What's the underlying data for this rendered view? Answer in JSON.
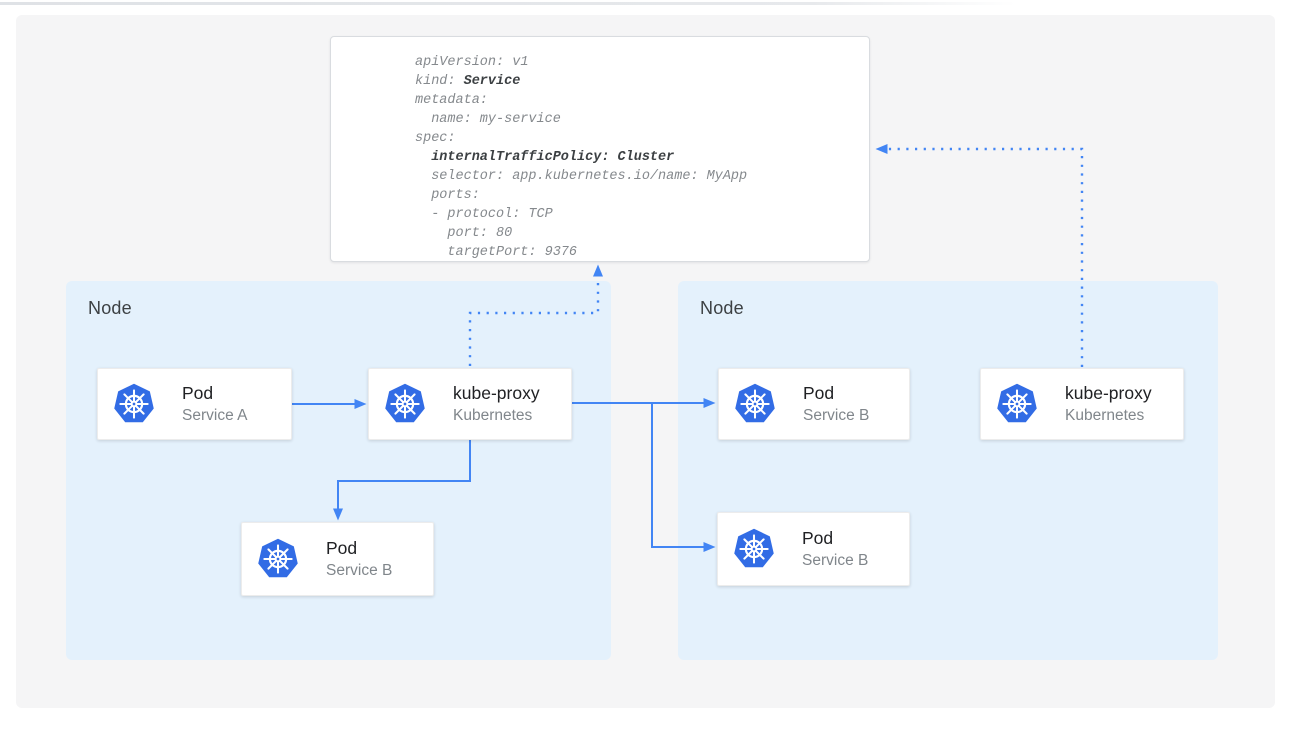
{
  "yaml_card": {
    "lines": [
      {
        "indent": 0,
        "parts": [
          {
            "text": "apiVersion: v1",
            "bold": false
          }
        ]
      },
      {
        "indent": 0,
        "parts": [
          {
            "text": "kind: ",
            "bold": false
          },
          {
            "text": "Service",
            "bold": true
          }
        ]
      },
      {
        "indent": 0,
        "parts": [
          {
            "text": "metadata:",
            "bold": false
          }
        ]
      },
      {
        "indent": 1,
        "parts": [
          {
            "text": "name: my-service",
            "bold": false
          }
        ]
      },
      {
        "indent": 0,
        "parts": [
          {
            "text": "spec:",
            "bold": false
          }
        ]
      },
      {
        "indent": 1,
        "parts": [
          {
            "text": "internalTrafficPolicy: Cluster",
            "bold": true
          }
        ]
      },
      {
        "indent": 1,
        "parts": [
          {
            "text": "selector: app.kubernetes.io/name: MyApp",
            "bold": false
          }
        ]
      },
      {
        "indent": 1,
        "parts": [
          {
            "text": "ports:",
            "bold": false
          }
        ]
      },
      {
        "indent": 1,
        "parts": [
          {
            "text": "- protocol: TCP",
            "bold": false
          }
        ]
      },
      {
        "indent": 2,
        "parts": [
          {
            "text": "port: 80",
            "bold": false
          }
        ]
      },
      {
        "indent": 2,
        "parts": [
          {
            "text": "targetPort: 9376",
            "bold": false
          }
        ]
      }
    ]
  },
  "nodes": [
    {
      "label": "Node",
      "cards": [
        {
          "title": "Pod",
          "subtitle": "Service A",
          "icon": "kubernetes-icon"
        },
        {
          "title": "kube-proxy",
          "subtitle": "Kubernetes",
          "icon": "kubernetes-icon"
        },
        {
          "title": "Pod",
          "subtitle": "Service B",
          "icon": "kubernetes-icon"
        }
      ]
    },
    {
      "label": "Node",
      "cards": [
        {
          "title": "Pod",
          "subtitle": "Service B",
          "icon": "kubernetes-icon"
        },
        {
          "title": "kube-proxy",
          "subtitle": "Kubernetes",
          "icon": "kubernetes-icon"
        },
        {
          "title": "Pod",
          "subtitle": "Service B",
          "icon": "kubernetes-icon"
        }
      ]
    }
  ],
  "icons": {
    "kubernetes": "kubernetes-helm-wheel-in-blue-heptagon"
  },
  "colors": {
    "accent_blue": "#4285f4",
    "kubernetes_blue": "#326ce5",
    "node_panel_blue": "#e4f1fc",
    "canvas_gray": "#f5f5f6",
    "code_text_gray": "#85898d",
    "code_bold_gray": "#3c4043",
    "card_title": "#202124",
    "card_subtitle": "#80868b"
  }
}
